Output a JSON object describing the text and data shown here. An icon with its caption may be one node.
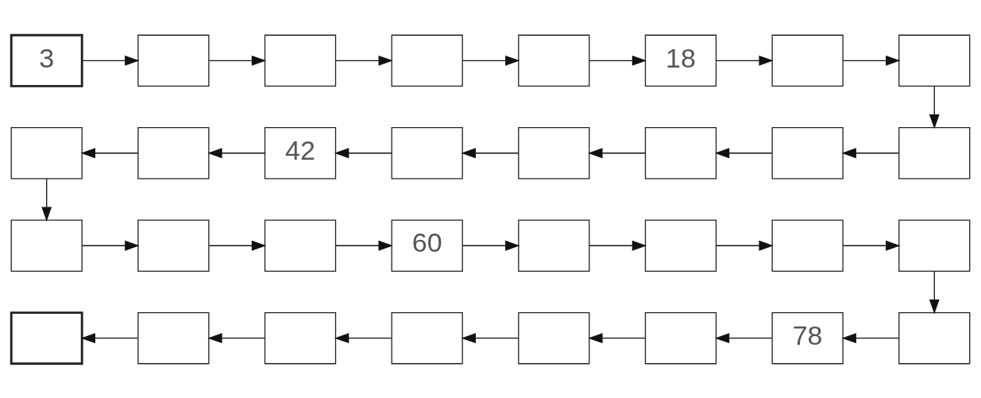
{
  "diagram": {
    "nodes": [
      {
        "text": [
          "3"
        ]
      },
      {
        "text": [],
        "shape": "box"
      },
      {
        "text": [],
        "shape": "box"
      },
      {
        "text": [],
        "shape": "box"
      },
      {
        "text": [],
        "shape": "box"
      },
      {
        "text": [
          "18"
        ]
      },
      {
        "text": [],
        "shape": "box"
      },
      {
        "text": [],
        "shape": "box"
      },
      {
        "text": [],
        "shape": "box"
      },
      {
        "text": [],
        "shape": "box"
      },
      {
        "text": [],
        "shape": "box"
      },
      {
        "text": [],
        "shape": "box"
      },
      {
        "text": [],
        "shape": "box"
      },
      {
        "text": [
          "42"
        ]
      },
      {
        "text": [],
        "shape": "box"
      },
      {
        "text": [],
        "shape": "box"
      },
      {
        "text": [],
        "shape": "box"
      },
      {
        "text": [],
        "shape": "box"
      },
      {
        "text": [],
        "shape": "box"
      },
      {
        "text": [
          "60"
        ]
      },
      {
        "text": [],
        "shape": "box"
      },
      {
        "text": [],
        "shape": "box"
      },
      {
        "text": [],
        "shape": "box"
      },
      {
        "text": [],
        "shape": "box"
      },
      {
        "text": [],
        "shape": "box"
      },
      {
        "text": [
          "78"
        ]
      },
      {
        "text": [],
        "shape": "box"
      },
      {
        "text": [],
        "shape": "box"
      },
      {
        "text": [],
        "shape": "box"
      },
      {
        "text": [],
        "shape": "box"
      },
      {
        "text": [],
        "shape": "box"
      },
      {
        "text": [],
        "shape": "box"
      }
    ],
    "edges": [
      {
        "from": 0,
        "to": 1,
        "arrow": "to"
      },
      {
        "from": 1,
        "to": 2,
        "arrow": "to"
      },
      {
        "from": 2,
        "to": 3,
        "arrow": "to"
      },
      {
        "from": 3,
        "to": 4,
        "arrow": "to"
      },
      {
        "from": 4,
        "to": 5,
        "arrow": "to"
      },
      {
        "from": 5,
        "to": 6,
        "arrow": "to"
      },
      {
        "from": 6,
        "to": 7,
        "arrow": "to"
      },
      {
        "from": 7,
        "to": 8,
        "arrow": "to"
      },
      {
        "from": 8,
        "to": 9,
        "arrow": "to"
      },
      {
        "from": 9,
        "to": 10,
        "arrow": "to"
      },
      {
        "from": 10,
        "to": 11,
        "arrow": "to"
      },
      {
        "from": 11,
        "to": 12,
        "arrow": "to"
      },
      {
        "from": 12,
        "to": 13,
        "arrow": "to"
      },
      {
        "from": 13,
        "to": 14,
        "arrow": "to"
      },
      {
        "from": 14,
        "to": 15,
        "arrow": "to"
      },
      {
        "from": 15,
        "to": 16,
        "arrow": "to"
      },
      {
        "from": 16,
        "to": 17,
        "arrow": "to"
      },
      {
        "from": 17,
        "to": 18,
        "arrow": "to"
      },
      {
        "from": 18,
        "to": 19,
        "arrow": "to"
      },
      {
        "from": 19,
        "to": 20,
        "arrow": "to"
      },
      {
        "from": 20,
        "to": 21,
        "arrow": "to"
      },
      {
        "from": 21,
        "to": 22,
        "arrow": "to"
      },
      {
        "from": 22,
        "to": 23,
        "arrow": "to"
      },
      {
        "from": 23,
        "to": 24,
        "arrow": "to"
      },
      {
        "from": 24,
        "to": 25,
        "arrow": "to"
      },
      {
        "from": 25,
        "to": 26,
        "arrow": "to"
      },
      {
        "from": 26,
        "to": 27,
        "arrow": "to"
      },
      {
        "from": 27,
        "to": 28,
        "arrow": "to"
      },
      {
        "from": 28,
        "to": 29,
        "arrow": "to"
      },
      {
        "from": 29,
        "to": 30,
        "arrow": "to"
      },
      {
        "from": 30,
        "to": 31,
        "arrow": "to"
      }
    ]
  }
}
